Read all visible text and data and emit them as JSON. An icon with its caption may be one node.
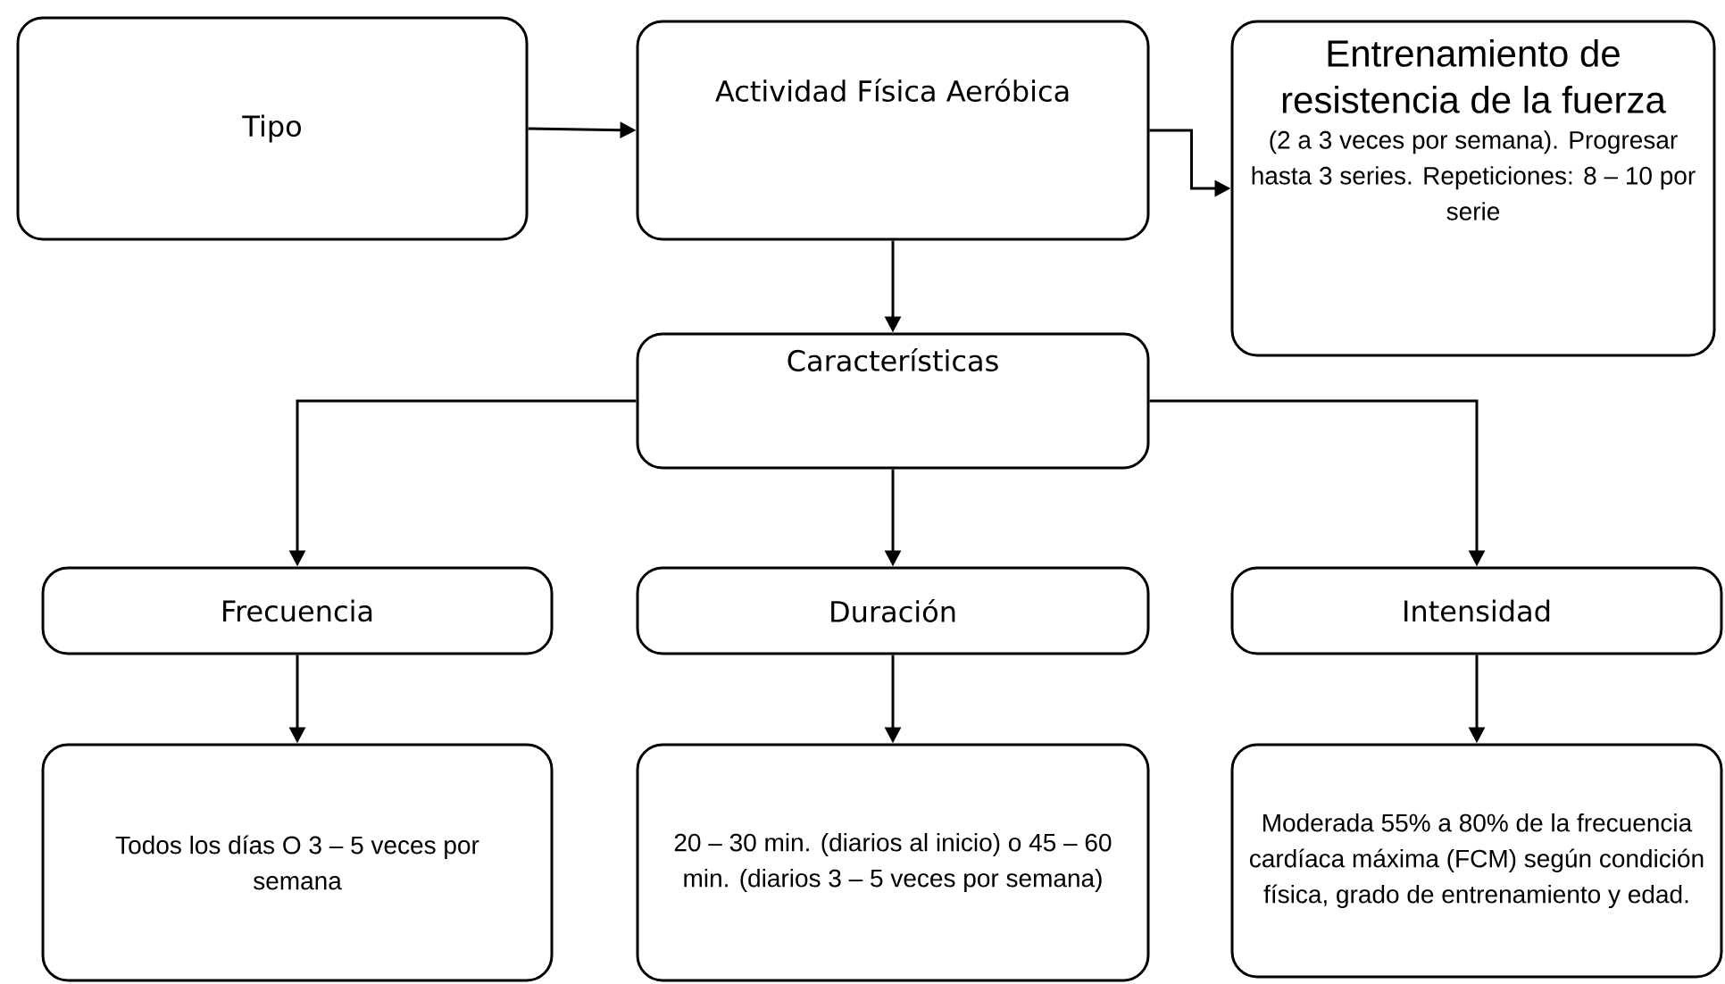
{
  "diagram": {
    "nodes": [
      {
        "text": [
          "Tipo"
        ]
      },
      {
        "text": [
          "Actividad Física Aeróbica"
        ]
      },
      {
        "text": [
          "Entrenamiento de resistencia de la fuerza",
          "(2 a 3 veces por semana). Progresar hasta 3 series. Repeticiones: 8 – 10 por serie"
        ]
      },
      {
        "text": [
          "Características"
        ]
      },
      {
        "text": [
          "Frecuencia"
        ]
      },
      {
        "text": [
          "Duración"
        ]
      },
      {
        "text": [
          "Intensidad"
        ]
      },
      {
        "text": [
          "Todos los días O 3 – 5 veces por semana"
        ]
      },
      {
        "text": [
          "20 – 30 min. (diarios al inicio) o 45 – 60 min. (diarios 3 – 5 veces por semana)"
        ]
      },
      {
        "text": [
          "Moderada 55% a 80% de la frecuencia cardíaca máxima (FCM) según condición física, grado de entrenamiento y edad."
        ]
      }
    ],
    "edges": [
      {
        "from": 0,
        "to": 1,
        "arrow": "to"
      },
      {
        "from": 1,
        "to": 2,
        "arrow": "to"
      },
      {
        "from": 1,
        "to": 3,
        "arrow": "to"
      },
      {
        "from": 3,
        "to": 4,
        "arrow": "to"
      },
      {
        "from": 3,
        "to": 5,
        "arrow": "to"
      },
      {
        "from": 3,
        "to": 6,
        "arrow": "to"
      },
      {
        "from": 4,
        "to": 7,
        "arrow": "to"
      },
      {
        "from": 5,
        "to": 8,
        "arrow": "to"
      },
      {
        "from": 6,
        "to": 9,
        "arrow": "to"
      }
    ]
  }
}
